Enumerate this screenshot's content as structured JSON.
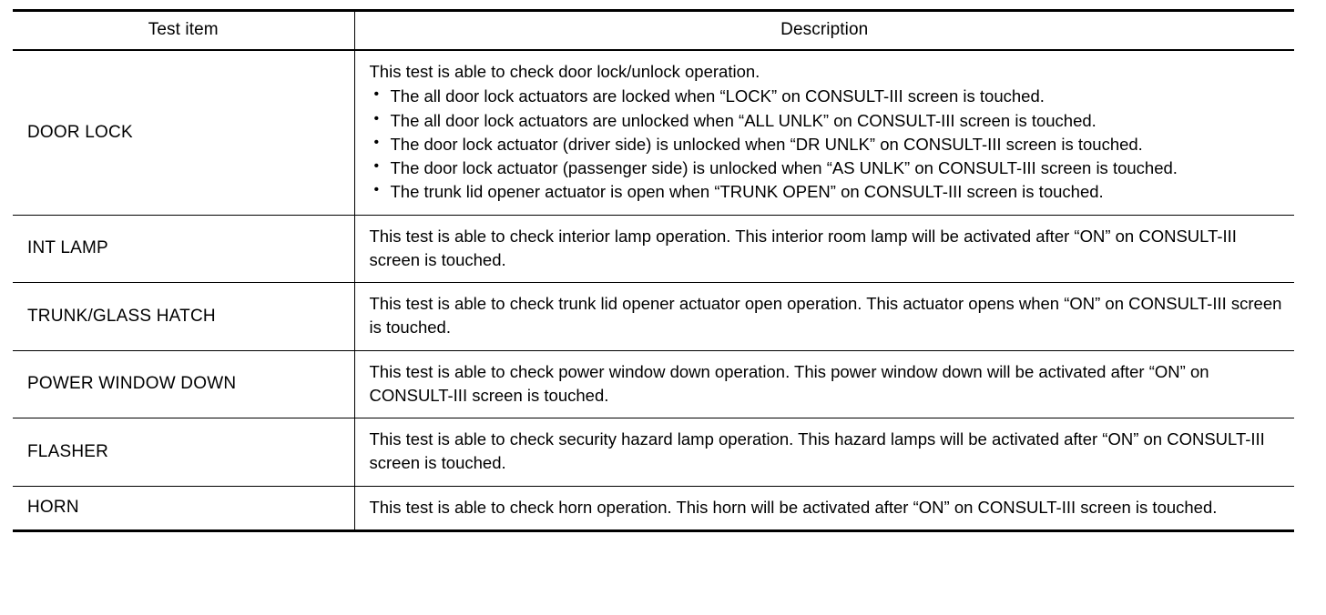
{
  "table": {
    "headers": {
      "test_item": "Test item",
      "description": "Description"
    },
    "rows": [
      {
        "test_item": "DOOR LOCK",
        "description_intro": "This test is able to check door lock/unlock operation.",
        "bullets": [
          "The all door lock actuators are locked when “LOCK” on CONSULT-III screen is touched.",
          "The all door lock actuators are unlocked when “ALL UNLK” on CONSULT-III screen is touched.",
          "The door lock actuator (driver side) is unlocked when “DR UNLK” on CONSULT-III screen is touched.",
          "The door lock actuator (passenger side) is unlocked when “AS UNLK” on CONSULT-III screen is touched.",
          "The trunk lid opener actuator is open when “TRUNK OPEN” on CONSULT-III screen is touched."
        ],
        "bullet_mark": "•"
      },
      {
        "test_item": "INT LAMP",
        "description": "This test is able to check interior lamp operation. This interior room lamp will be activated after “ON” on CONSULT-III screen is touched."
      },
      {
        "test_item": "TRUNK/GLASS HATCH",
        "description": "This test is able to check trunk lid opener actuator open operation. This actuator opens when “ON” on CONSULT-III screen is touched."
      },
      {
        "test_item": "POWER WINDOW DOWN",
        "description": "This test is able to check power window down operation. This power window down will be activated after “ON” on CONSULT-III screen is touched."
      },
      {
        "test_item": "FLASHER",
        "description": "This test is able to check security hazard lamp operation. This hazard lamps will be activated after “ON” on CONSULT-III screen is touched."
      },
      {
        "test_item": "HORN",
        "description": "This test is able to check horn operation. This horn will be activated after “ON” on CONSULT-III screen is touched."
      }
    ]
  },
  "colors": {
    "text": "#000000",
    "background": "#ffffff",
    "rule": "#000000"
  }
}
